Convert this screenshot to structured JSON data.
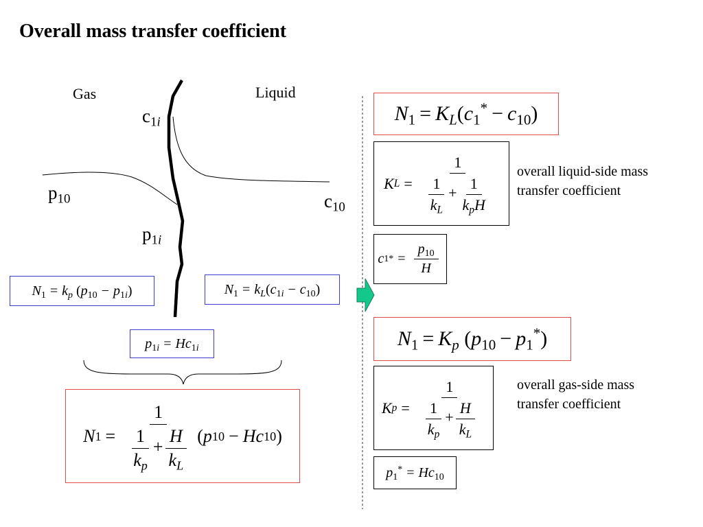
{
  "title": "Overall mass transfer coefficient",
  "labels": {
    "gas": "Gas",
    "liquid": "Liquid",
    "c_base": "c",
    "c_sub_1": "1",
    "c_sub_i": "i",
    "p_base": "p",
    "sub_10": "10",
    "c10_base": "c",
    "p1i_base": "p"
  },
  "equations": {
    "gas_side": "N1 = kp (p10 − p1i)",
    "liquid_side": "N1 = kL (c1i − c10)",
    "equilibrium": "p1i = Hc1i",
    "combined": "N1 = 1 / (1/kp + H/kL) (p10 − Hc10)",
    "liquid_overall": "N1 = KL (c1* − c10)",
    "KL_def": "KL = 1 / (1/kL + 1/(kp H))",
    "c_star": "c1* = p10 / H",
    "gas_overall": "N1 = Kp (p10 − p1*)",
    "Kp_def": "Kp = 1 / (1/kp + H/kL)",
    "p_star": "p1* = Hc10"
  },
  "notes": {
    "liquid_side_line1": "overall liquid-side mass",
    "liquid_side_line2": "transfer coefficient",
    "gas_side_line1": "overall gas-side mass",
    "gas_side_line2": "transfer coefficient"
  },
  "colors": {
    "box_blue": "#3b3bd0",
    "box_red": "#e04a4a",
    "arrow_fill": "#14c88c"
  },
  "icons": {
    "arrow": "right-arrow-icon"
  }
}
